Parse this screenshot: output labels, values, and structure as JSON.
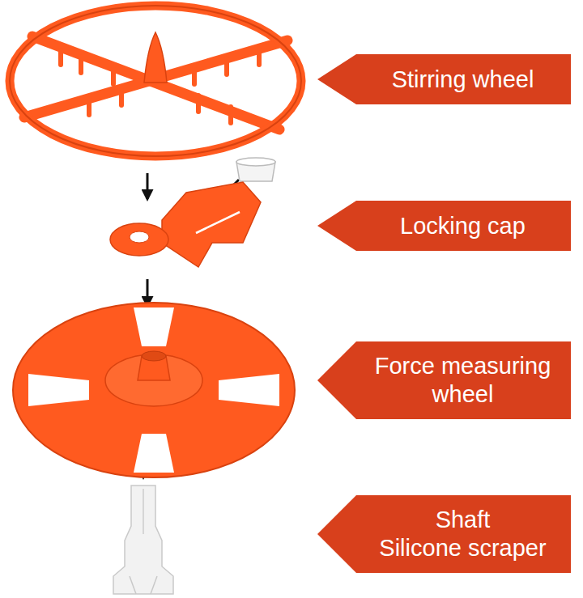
{
  "diagram": {
    "nodes": [
      {
        "text": [
          "Stirring wheel"
        ]
      },
      {
        "text": [
          "Locking cap"
        ]
      },
      {
        "text": [
          "Force measuring wheel"
        ]
      },
      {
        "text": [
          "Shaft",
          "Silicone scraper"
        ]
      }
    ]
  }
}
